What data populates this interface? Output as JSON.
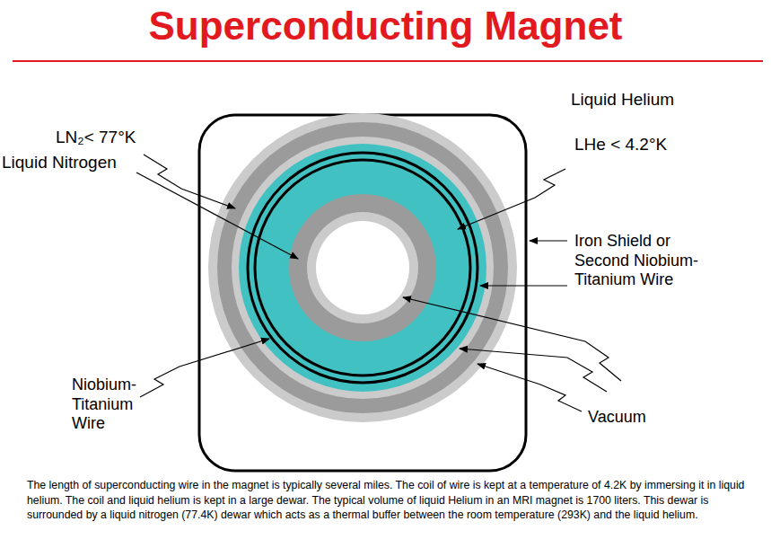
{
  "diagram": {
    "title": "Superconducting Magnet",
    "caption": "The length of superconducting wire in the magnet is typically several miles. The coil of wire is kept at a temperature of 4.2K by immersing it in liquid helium. The coil and liquid helium is kept in a large dewar. The typical volume of liquid Helium in an MRI magnet is 1700 liters. This dewar is surrounded by a liquid nitrogen (77.4K) dewar which acts as a thermal buffer between the room temperature (293K) and the liquid helium.",
    "labels": [
      "Liquid Helium",
      "LN₂< 77°K",
      "Liquid Nitrogen",
      "LHe < 4.2°K",
      "Iron Shield or Second Niobium-Titanium Wire",
      "Niobium-Titanium Wire",
      "Vacuum"
    ]
  }
}
